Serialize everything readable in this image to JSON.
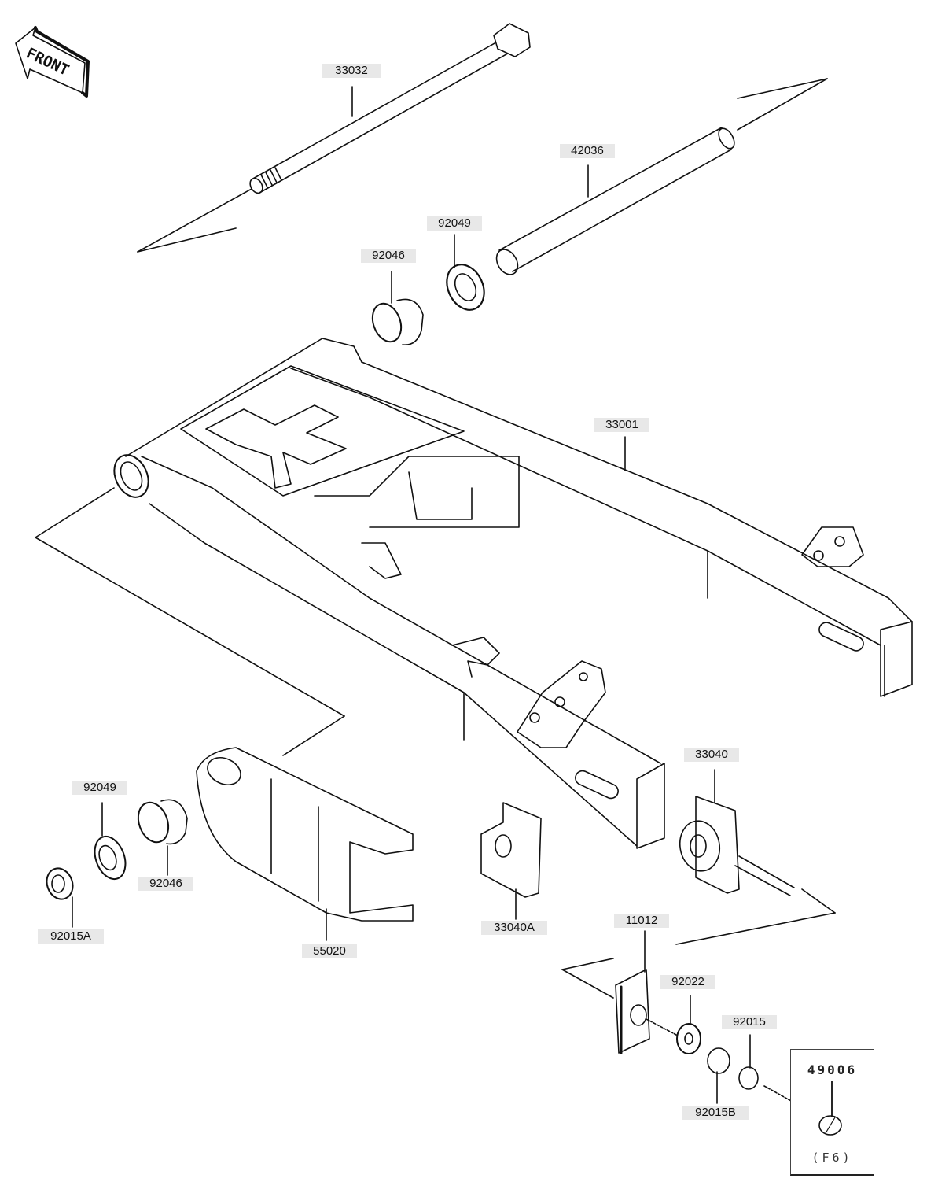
{
  "diagram": {
    "title": "Swingarm exploded parts diagram",
    "orientation_label": "FRONT",
    "parts": [
      {
        "id": "33032",
        "label": "33032",
        "description": "swingarm pivot shaft"
      },
      {
        "id": "42036",
        "label": "42036",
        "description": "rear axle"
      },
      {
        "id": "92049-top",
        "label": "92049",
        "description": "oil seal"
      },
      {
        "id": "92046-top",
        "label": "92046",
        "description": "needle bearing"
      },
      {
        "id": "33001",
        "label": "33001",
        "description": "swingarm"
      },
      {
        "id": "92049-left",
        "label": "92049",
        "description": "oil seal"
      },
      {
        "id": "92046-left",
        "label": "92046",
        "description": "needle bearing"
      },
      {
        "id": "92015A",
        "label": "92015A",
        "description": "nut"
      },
      {
        "id": "55020",
        "label": "55020",
        "description": "chain guard"
      },
      {
        "id": "33040A",
        "label": "33040A",
        "description": "chain adjuster plate"
      },
      {
        "id": "33040",
        "label": "33040",
        "description": "chain adjuster"
      },
      {
        "id": "11012",
        "label": "11012",
        "description": "bracket"
      },
      {
        "id": "92022",
        "label": "92022",
        "description": "washer"
      },
      {
        "id": "92015",
        "label": "92015",
        "description": "nut"
      },
      {
        "id": "92015B",
        "label": "92015B",
        "description": "nut"
      }
    ],
    "inset": {
      "part_number": "49006",
      "note": "(F6)"
    }
  }
}
